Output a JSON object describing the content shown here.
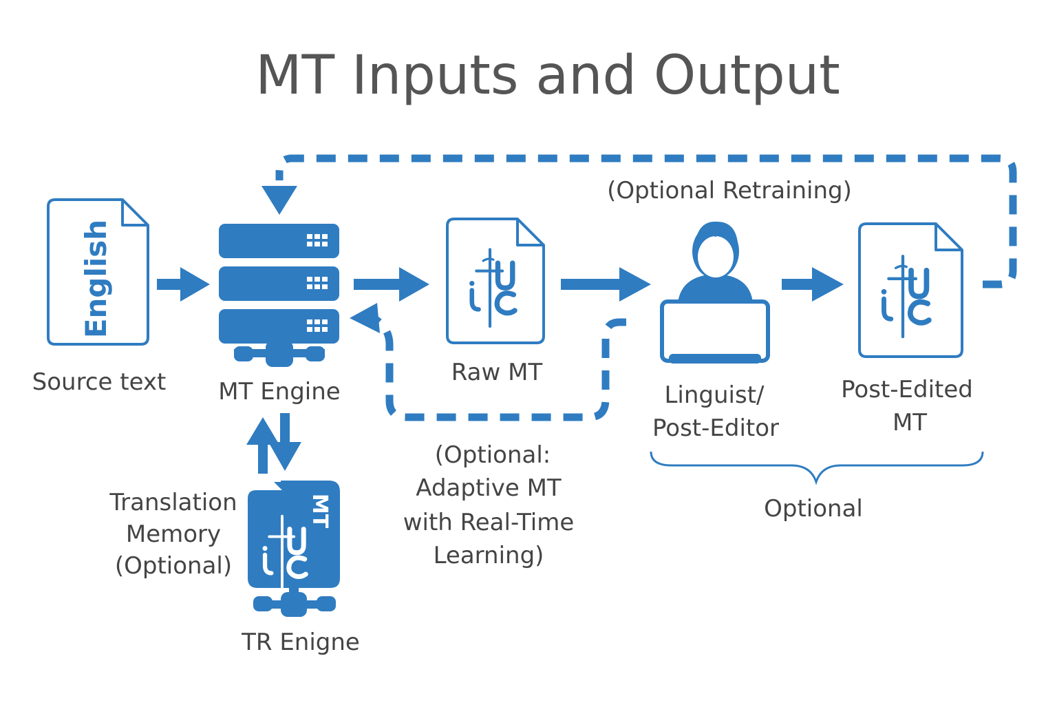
{
  "title": "MT Inputs and Output",
  "colors": {
    "accent": "#2f7cc1",
    "text": "#444444",
    "background": "#ffffff"
  },
  "nodes": {
    "source": {
      "doc_text": "English",
      "label": "Source text",
      "icon": "document-icon"
    },
    "engine": {
      "label": "MT Engine",
      "icon": "server-stack-icon"
    },
    "raw_mt": {
      "label": "Raw MT",
      "icon": "translated-document-icon"
    },
    "linguist": {
      "label_lines": [
        "Linguist/",
        "Post-Editor"
      ],
      "icon": "person-laptop-icon"
    },
    "post_edited": {
      "label_lines": [
        "Post-Edited",
        "MT"
      ],
      "icon": "translated-document-icon"
    },
    "tm": {
      "label_lines": [
        "Translation",
        "Memory",
        "(Optional)"
      ],
      "badge": "MT",
      "engine_label": "TR Enigne",
      "icon": "translation-memory-folder-icon"
    }
  },
  "annotations": {
    "retraining": "(Optional Retraining)",
    "adaptive_lines": [
      "(Optional:",
      "Adaptive MT",
      "with Real-Time",
      "Learning)"
    ],
    "optional": "Optional"
  },
  "glyph": "ɟtɥ/ʝc"
}
